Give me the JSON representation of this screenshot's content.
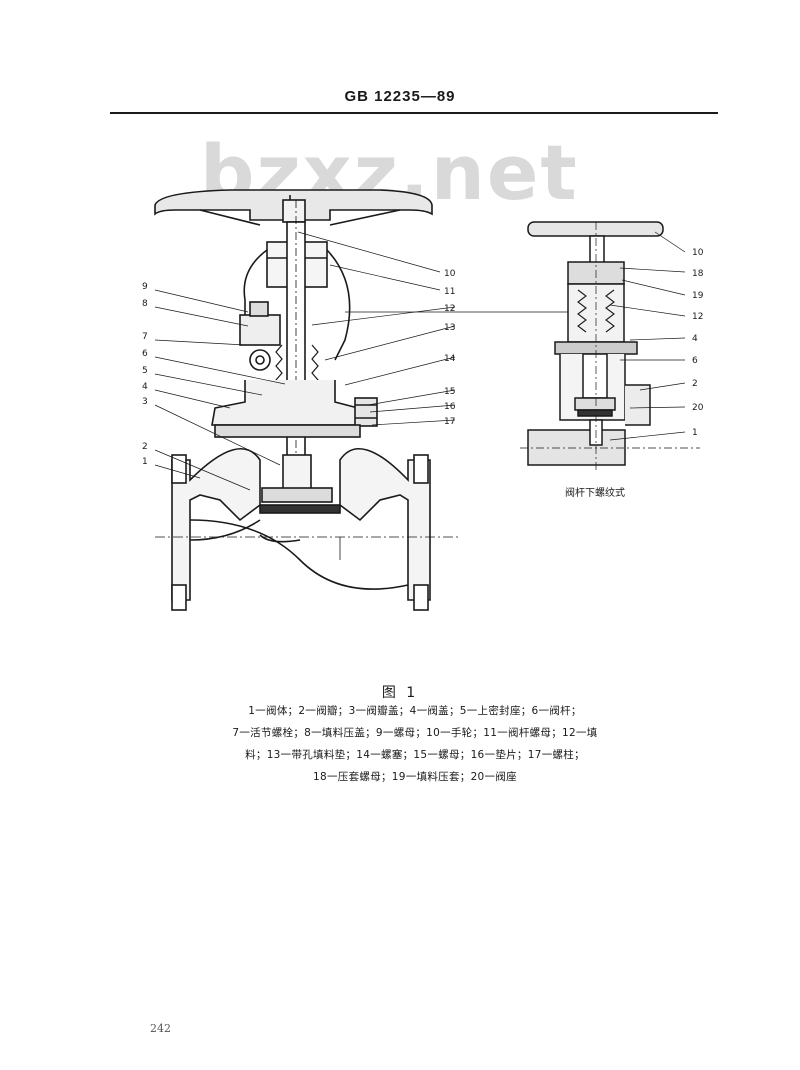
{
  "header": {
    "standard": "GB 12235—89"
  },
  "watermark": "bzxz.net",
  "figure": {
    "title": "图 1",
    "subcaption": "阀杆下螺纹式",
    "main_callouts": [
      "9",
      "8",
      "7",
      "6",
      "5",
      "4",
      "3",
      "2",
      "1"
    ],
    "right_callouts": [
      "10",
      "11",
      "12",
      "13",
      "14",
      "15",
      "16",
      "17"
    ],
    "detail_callouts": [
      "10",
      "18",
      "19",
      "12",
      "4",
      "6",
      "2",
      "20",
      "1"
    ]
  },
  "caption_lines": [
    "1一阀体；2一阀瓣；3一阀瓣盖；4一阀盖；5一上密封座；6一阀杆；",
    "7一活节螺栓；8一填料压盖；9一螺母；10一手轮；11一阀杆螺母；12一填",
    "料；13一带孔填料垫；14一螺塞；15一螺母；16一垫片；17一螺柱；",
    "18一压套螺母；19一填料压套；20一阀座"
  ],
  "page_number": "242"
}
